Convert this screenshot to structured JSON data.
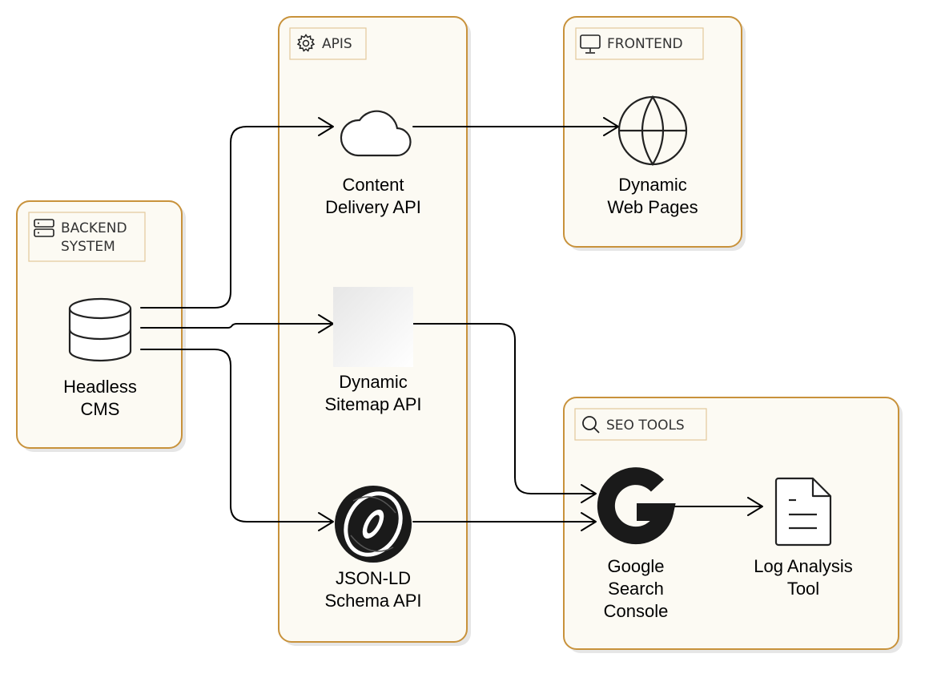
{
  "groups": {
    "backend": {
      "title_line1": "BACKEND",
      "title_line2": "SYSTEM",
      "icon": "server-icon"
    },
    "apis": {
      "title": "APIS",
      "icon": "gear-icon"
    },
    "frontend": {
      "title": "FRONTEND",
      "icon": "monitor-icon"
    },
    "seo": {
      "title": "SEO TOOLS",
      "icon": "search-icon"
    }
  },
  "nodes": {
    "cms": {
      "line1": "Headless",
      "line2": "CMS",
      "icon": "database-icon"
    },
    "content_api": {
      "line1": "Content",
      "line2": "Delivery API",
      "icon": "cloud-icon"
    },
    "sitemap_api": {
      "line1": "Dynamic",
      "line2": "Sitemap API",
      "icon": "blank-image-icon"
    },
    "jsonld_api": {
      "line1": "JSON-LD",
      "line2": "Schema API",
      "icon": "json-ld-logo-icon"
    },
    "web_pages": {
      "line1": "Dynamic",
      "line2": "Web Pages",
      "icon": "globe-icon"
    },
    "gsc": {
      "line1": "Google",
      "line2": "Search",
      "line3": "Console",
      "icon": "google-g-icon"
    },
    "log_tool": {
      "line1": "Log Analysis",
      "line2": "Tool",
      "icon": "document-icon"
    }
  },
  "edges": [
    {
      "from": "cms",
      "to": "content_api"
    },
    {
      "from": "cms",
      "to": "sitemap_api"
    },
    {
      "from": "cms",
      "to": "jsonld_api"
    },
    {
      "from": "content_api",
      "to": "web_pages"
    },
    {
      "from": "sitemap_api",
      "to": "gsc"
    },
    {
      "from": "jsonld_api",
      "to": "gsc"
    },
    {
      "from": "gsc",
      "to": "log_tool"
    }
  ],
  "colors": {
    "group_border": "#c8923b",
    "group_fill": "#fcfaf3",
    "shadow": "#e4e4e4",
    "line": "#000000"
  }
}
